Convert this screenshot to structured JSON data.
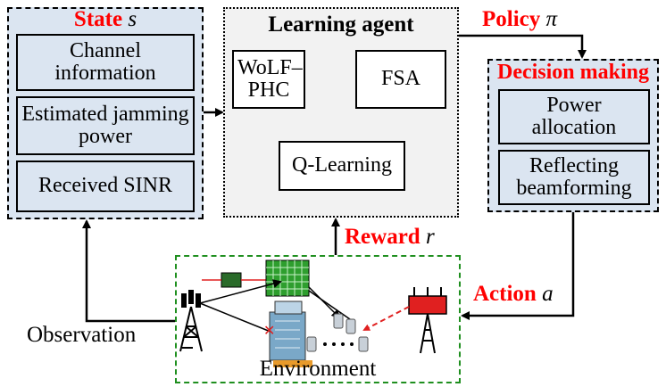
{
  "state": {
    "title": "State",
    "symbol": "s",
    "boxes": [
      "Channel information",
      "Estimated jamming power",
      "Received SINR"
    ]
  },
  "agent": {
    "title": "Learning agent",
    "wolf": "WoLF–PHC",
    "fsa": "FSA",
    "qlearning": "Q-Learning"
  },
  "policy": {
    "title": "Policy",
    "symbol": "π"
  },
  "decision": {
    "title": "Decision making",
    "boxes": [
      "Power allocation",
      "Reflecting beamforming"
    ]
  },
  "reward": {
    "title": "Reward",
    "symbol": "r"
  },
  "action": {
    "title": "Action",
    "symbol": "a"
  },
  "observation_label": "Observation",
  "environment_label": "Environment",
  "colors": {
    "state_fill": "#dbe5f1",
    "agent_fill": "#f2f2f2",
    "highlight_red": "#ff0000",
    "env_border": "#1f8f1f",
    "ris_green": "#2e9e2e",
    "jammer_red": "#e02020"
  }
}
